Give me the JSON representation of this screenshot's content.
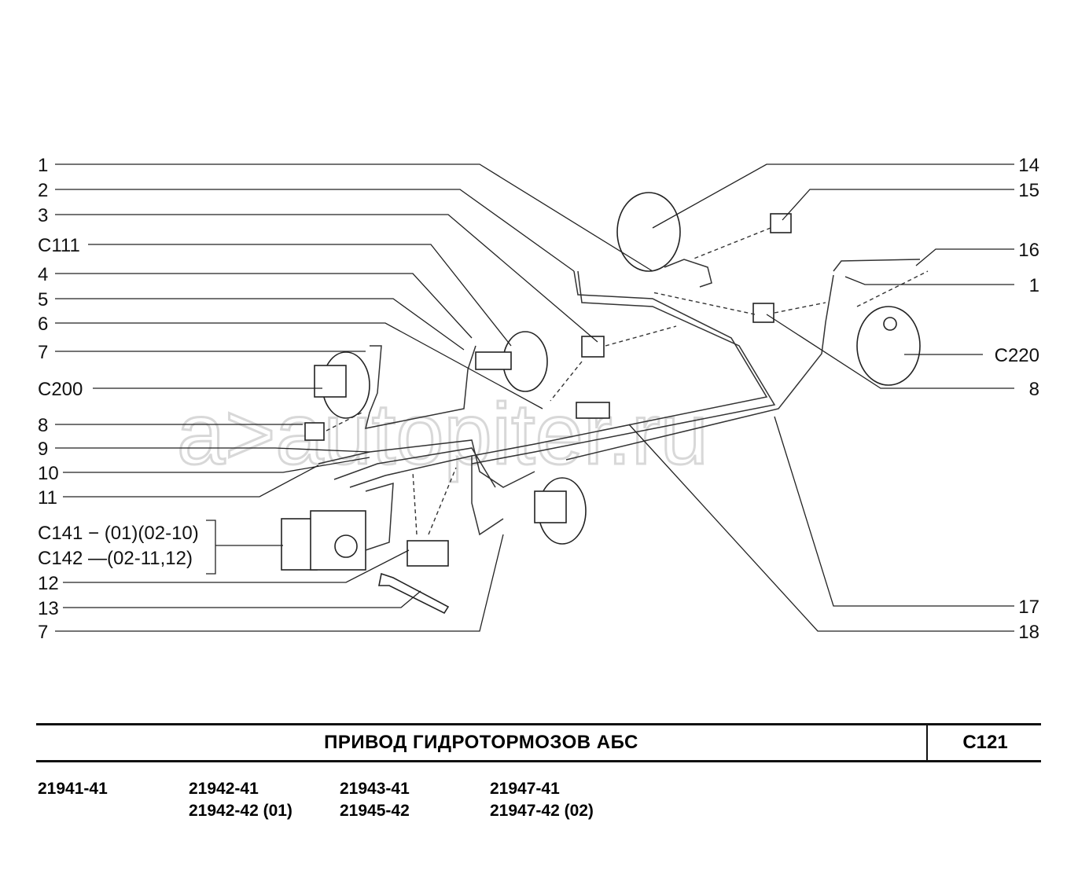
{
  "diagram": {
    "watermark": "a>autopiter.ru",
    "left_callouts": [
      "1",
      "2",
      "3",
      "C111",
      "4",
      "5",
      "6",
      "7",
      "C200",
      "8",
      "9",
      "10",
      "11",
      "C141 − (01)(02-10)",
      "C142 —(02-11,12)",
      "12",
      "13",
      "7"
    ],
    "right_callouts": [
      "14",
      "15",
      "16",
      "1",
      "C220",
      "8",
      "17",
      "18"
    ]
  },
  "footer": {
    "title": "ПРИВОД  ГИДРОТОРМОЗОВ  АБС",
    "code": "C121",
    "models": [
      [
        "21941-41"
      ],
      [
        "21942-41",
        "21942-42 (01)"
      ],
      [
        "21943-41",
        "21945-42"
      ],
      [
        "21947-41",
        "21947-42 (02)"
      ]
    ]
  }
}
